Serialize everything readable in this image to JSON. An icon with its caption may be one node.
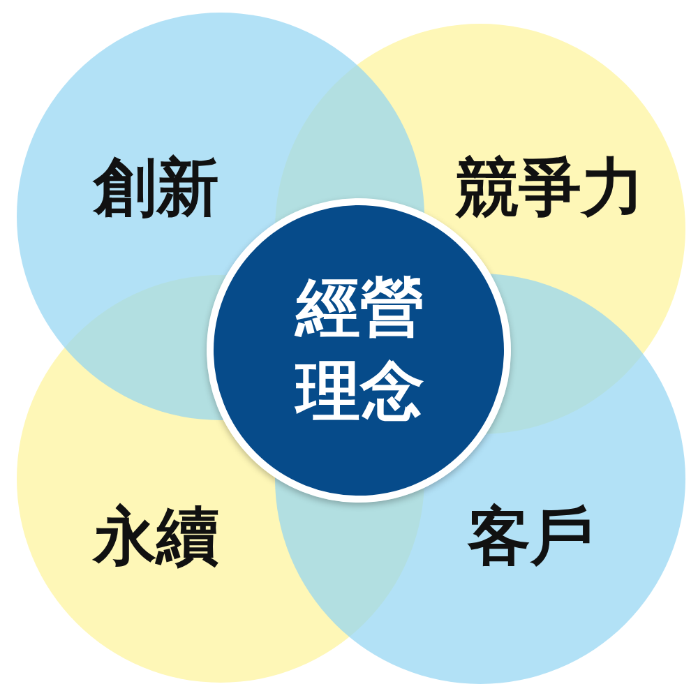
{
  "diagram": {
    "nodes": [
      {
        "text": [
          "創新"
        ]
      },
      {
        "text": [
          "競爭力"
        ]
      },
      {
        "text": [
          "永續"
        ]
      },
      {
        "text": [
          "客戶"
        ]
      },
      {
        "text": [
          "經營理念"
        ]
      }
    ]
  }
}
